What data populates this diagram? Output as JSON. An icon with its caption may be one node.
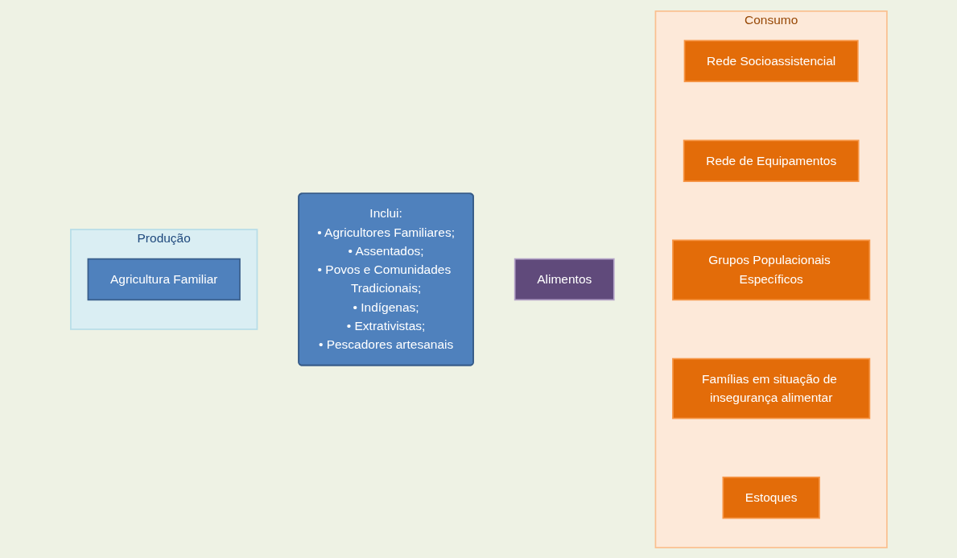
{
  "diagram": {
    "nodes": [
      {
        "text": [
          "Produção"
        ]
      },
      {
        "text": [
          "Agricultura Familiar"
        ],
        "in": 0
      },
      {
        "text": [
          "Inclui:",
          "• Agricultores Familiares;",
          "• Assentados;",
          "• Povos e Comunidades Tradicionais;",
          "• Indígenas;",
          "• Extrativistas;",
          "• Pescadores artesanais"
        ]
      },
      {
        "text": [
          "Alimentos"
        ]
      },
      {
        "text": [
          "Consumo"
        ]
      },
      {
        "text": [
          "Rede Socioassistencial"
        ],
        "in": 4
      },
      {
        "text": [
          "Rede de Equipamentos"
        ],
        "in": 4
      },
      {
        "text": [
          "Grupos Populacionais Específicos"
        ],
        "in": 4
      },
      {
        "text": [
          "Famílias em situação de insegurança alimentar"
        ],
        "in": 4
      },
      {
        "text": [
          "Estoques"
        ],
        "in": 4
      }
    ],
    "edges": []
  }
}
